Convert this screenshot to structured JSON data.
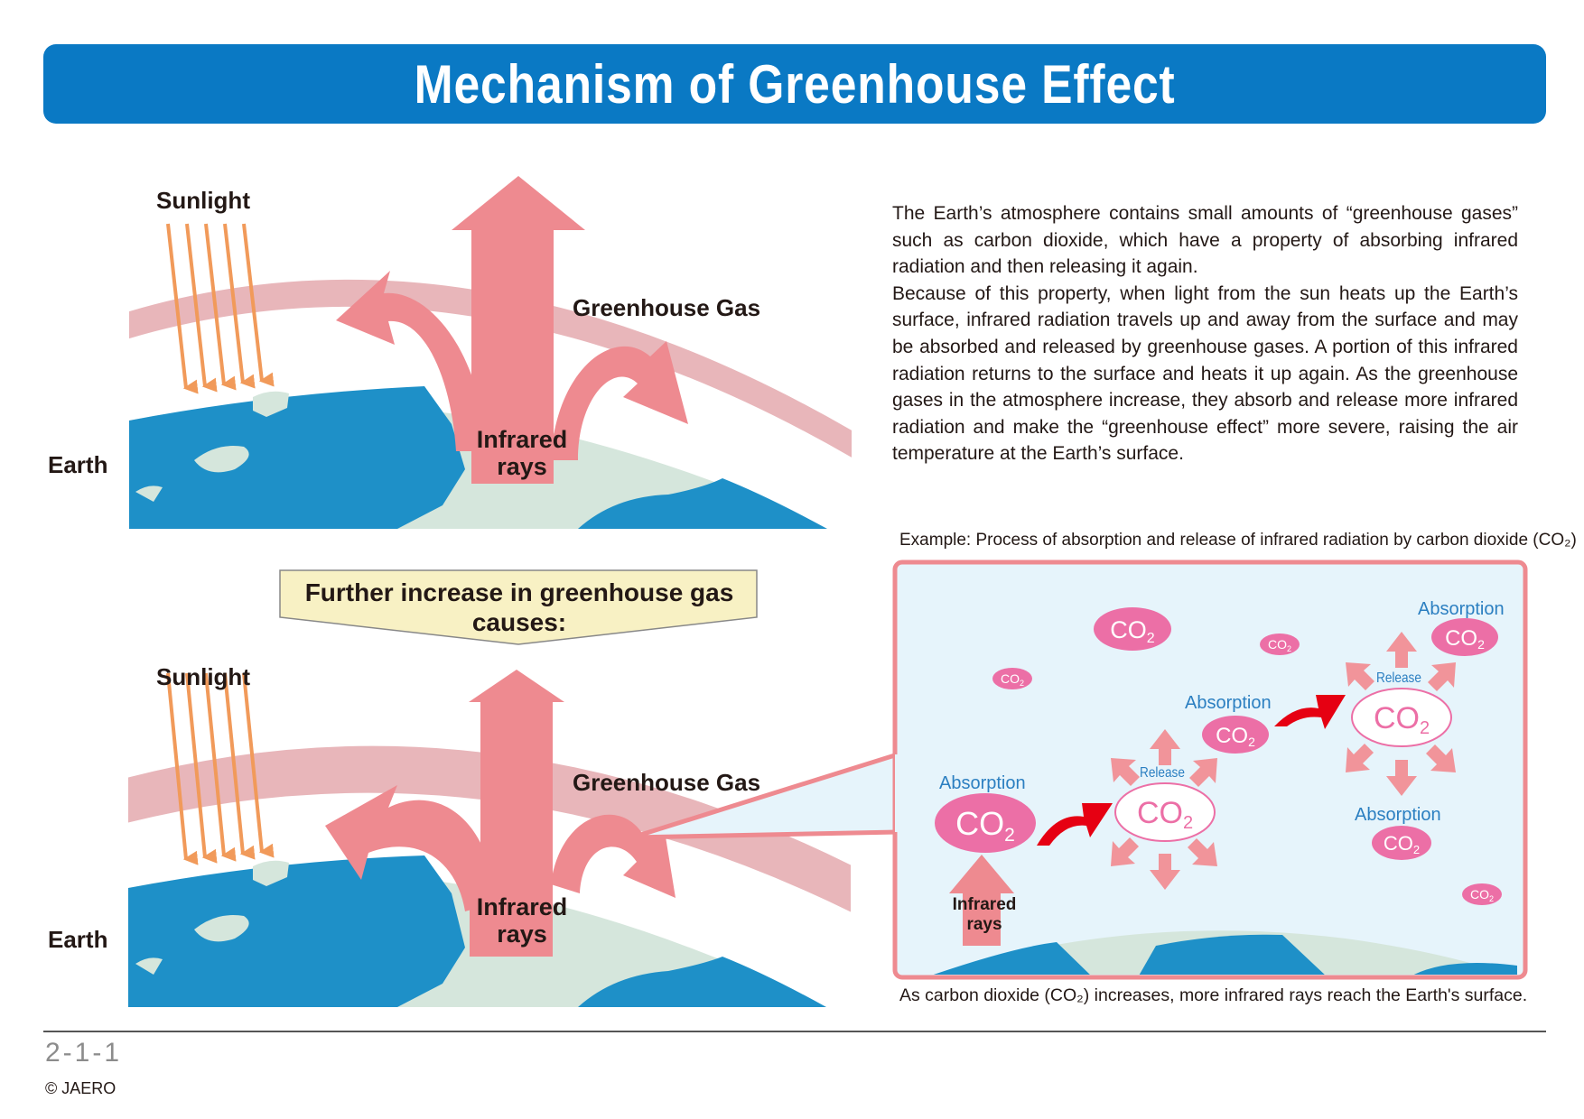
{
  "title": "Mechanism of Greenhouse Effect",
  "top_panel": {
    "sunlight": "Sunlight",
    "greenhouse_gas": "Greenhouse Gas",
    "earth": "Earth",
    "infrared_line1": "Infrared",
    "infrared_line2": "rays"
  },
  "banner": {
    "line1": "Further increase in greenhouse gas",
    "line2": "causes:"
  },
  "bottom_panel": {
    "sunlight": "Sunlight",
    "greenhouse_gas": "Greenhouse Gas",
    "earth": "Earth",
    "infrared_line1": "Infrared",
    "infrared_line2": "rays"
  },
  "description": [
    "The Earth’s atmosphere contains small amounts of “greenhouse gases” such as carbon dioxide, which have a property of absorbing infrared radiation and then releasing it again.",
    "Because of this property, when light from the sun heats up the Earth’s surface, infrared radiation travels up and away from the surface and may be absorbed and released by greenhouse gases. A portion of this infrared radiation returns to the surface and heats it up again. As the greenhouse gases in the atmosphere increase, they absorb and release more infrared radiation and make the “greenhouse effect” more severe, raising the air temperature at the Earth’s surface."
  ],
  "example": {
    "caption": "Example: Process of absorption and release of infrared radiation by carbon dioxide (CO₂)",
    "footer": "As carbon dioxide (CO₂) increases, more infrared rays reach the Earth's surface.",
    "absorption": "Absorption",
    "release": "Release",
    "molecule_co": "CO",
    "molecule_sub": "2",
    "infrared_line1": "Infrared",
    "infrared_line2": "rays"
  },
  "footer": {
    "figure_number": "2-1-1",
    "copyright": "© JAERO"
  },
  "colors": {
    "title_bar": "#0a79c4",
    "arrow_pink": "#ee8a90",
    "sunlight_orange": "#f19a5a",
    "gas_band": "#e8b6ba",
    "ocean_blue": "#1e90c8",
    "land": "#d5e6dc",
    "co2_pink": "#ec6fa6",
    "box_border": "#ee8a90",
    "box_fill": "#e6f4fb",
    "banner_fill": "#f8f1c4",
    "label_blue": "#2b7fc1",
    "red_arrow": "#e60012"
  }
}
